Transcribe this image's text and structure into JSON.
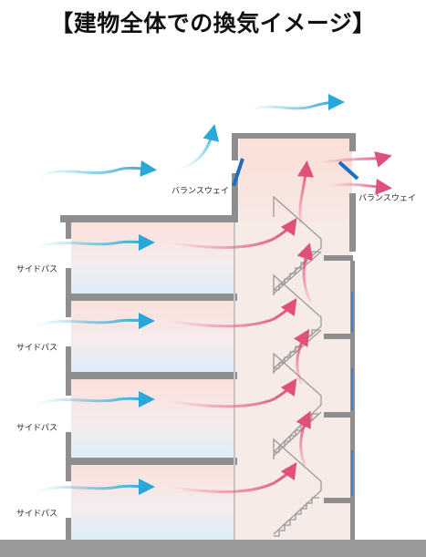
{
  "title": "【建物全体での換気イメージ】",
  "labels": {
    "balance_way_left": "バランスウェイ",
    "balance_way_right": "バランスウェイ",
    "side_pass": [
      "サイドパス",
      "サイドパス",
      "サイドパス",
      "サイドパス"
    ]
  },
  "colors": {
    "outside_air": "#29a8d8",
    "exhaust_air": "#e0507a",
    "structure": "#8e8e8e",
    "vent": "#1f6fc0"
  }
}
